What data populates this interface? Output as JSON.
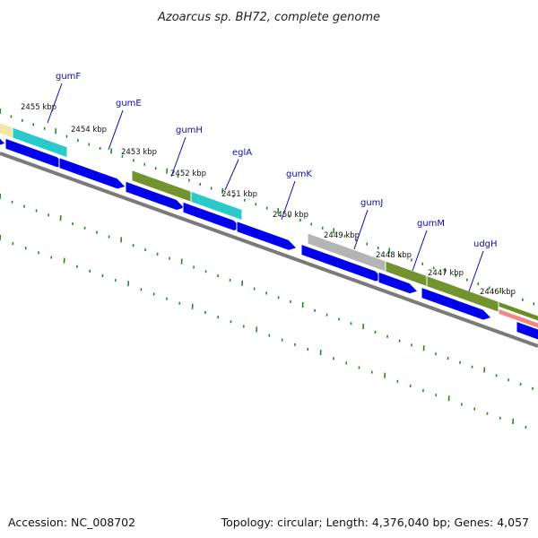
{
  "title": "Azoarcus sp. BH72, complete genome",
  "footer": {
    "accession": "Accession: NC_008702",
    "summary": "Topology: circular; Length: 4,376,040 bp; Genes: 4,057"
  },
  "colors": {
    "cds_forward_blue": "#0000ee",
    "cog_olive": "#6b8e23",
    "cog_cyan": "#20c8c8",
    "cog_gray": "#b0b0b0",
    "cog_pink": "#f08080",
    "cog_yellow": "#f0e6a0",
    "backbone_gray": "#7a7a7a",
    "tick_green": "#228b22",
    "label_blue": "#0b0bb0"
  },
  "kbp_ticks": [
    "2455 kbp",
    "2454 kbp",
    "2453 kbp",
    "2452 kbp",
    "2451 kbp",
    "2450 kbp",
    "2449 kbp",
    "2448 kbp",
    "2447 kbp",
    "2446 kbp"
  ],
  "genes": [
    {
      "name": "gumF"
    },
    {
      "name": "gumE"
    },
    {
      "name": "gumH"
    },
    {
      "name": "eglA"
    },
    {
      "name": "gumK"
    },
    {
      "name": "gumJ"
    },
    {
      "name": "gumM"
    },
    {
      "name": "udgH"
    }
  ],
  "cog_track": [
    {
      "color": "cog_yellow"
    },
    {
      "color": "cog_cyan"
    },
    {
      "color": "cog_olive"
    },
    {
      "color": "cog_cyan"
    },
    {
      "color": "cog_gray"
    },
    {
      "color": "cog_olive"
    },
    {
      "color": "cog_olive"
    },
    {
      "color": "cog_olive"
    },
    {
      "color": "cog_pink"
    }
  ],
  "cds_track": [
    {
      "name": "cds-1"
    },
    {
      "name": "cds-2"
    },
    {
      "name": "cds-3"
    },
    {
      "name": "cds-4"
    },
    {
      "name": "cds-5"
    },
    {
      "name": "cds-6"
    },
    {
      "name": "cds-7"
    },
    {
      "name": "cds-8"
    },
    {
      "name": "cds-9"
    },
    {
      "name": "cds-10"
    }
  ]
}
